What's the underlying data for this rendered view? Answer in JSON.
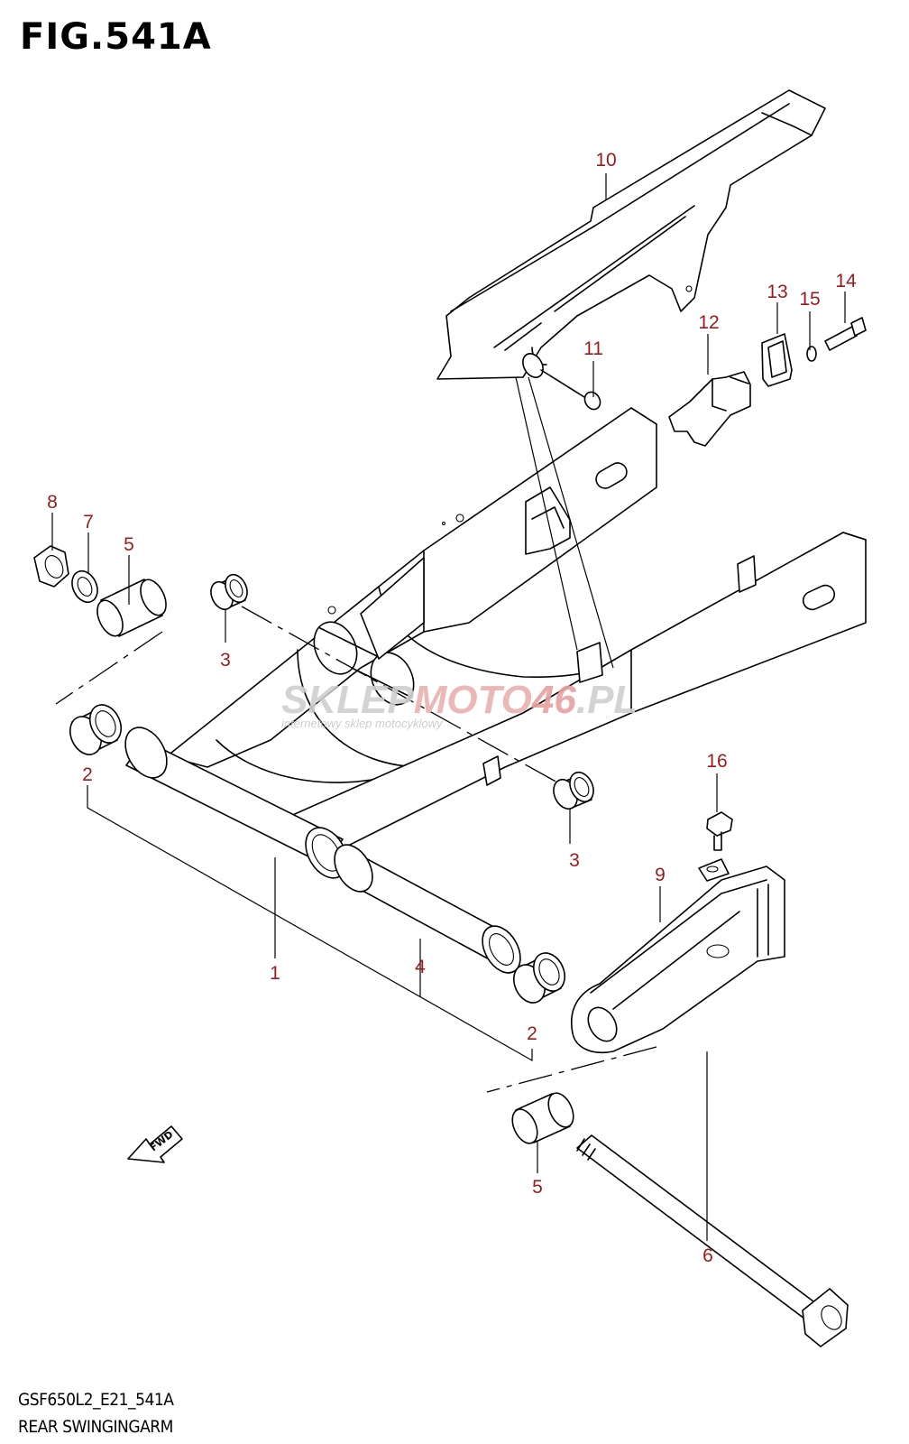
{
  "figure": {
    "title": "FIG.541A",
    "model_code": "GSF650L2_E21_541A",
    "name": "REAR SWINGINGARM"
  },
  "direction_marker": "FWD",
  "watermark": {
    "part1": "SKLEP",
    "part2": "MOTO",
    "part3": "46",
    "part4": ".PL",
    "tagline": "internetowy sklep motocyklowy",
    "colors": {
      "gray": "#c9c9c9",
      "red": "#e7a0a0"
    }
  },
  "callout_color": "#9b1b1b",
  "callouts": [
    "1",
    "2",
    "2",
    "3",
    "3",
    "4",
    "5",
    "5",
    "6",
    "7",
    "8",
    "9",
    "10",
    "11",
    "12",
    "13",
    "14",
    "15",
    "16"
  ]
}
